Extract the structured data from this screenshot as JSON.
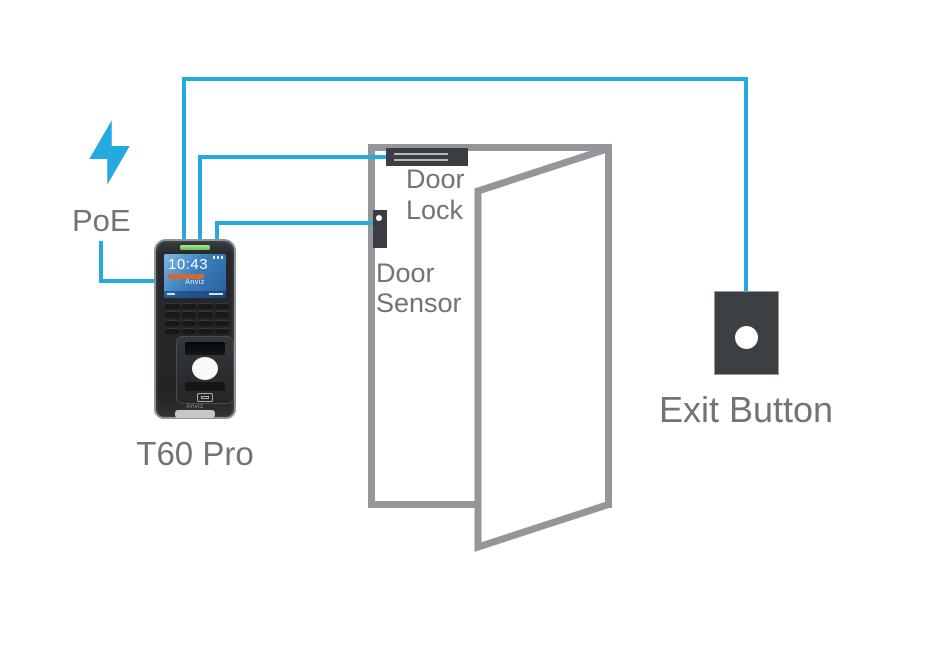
{
  "labels": {
    "poe": "PoE",
    "device": "T60 Pro",
    "door_lock_line1": "Door",
    "door_lock_line2": "Lock",
    "door_sensor_line1": "Door",
    "door_sensor_line2": "Sensor",
    "exit_button": "Exit Button"
  },
  "device": {
    "screen_time": "10:43",
    "brand": "Anviz"
  },
  "icons": {
    "power": "lightning-bolt-icon"
  },
  "colors": {
    "wire_blue": "#24A9E1",
    "component_dark": "#3D4043",
    "door_frame_gray": "#949699",
    "label_gray": "#717477",
    "led_green": "#6cc157",
    "screen_blue": "#3e7fbe"
  }
}
